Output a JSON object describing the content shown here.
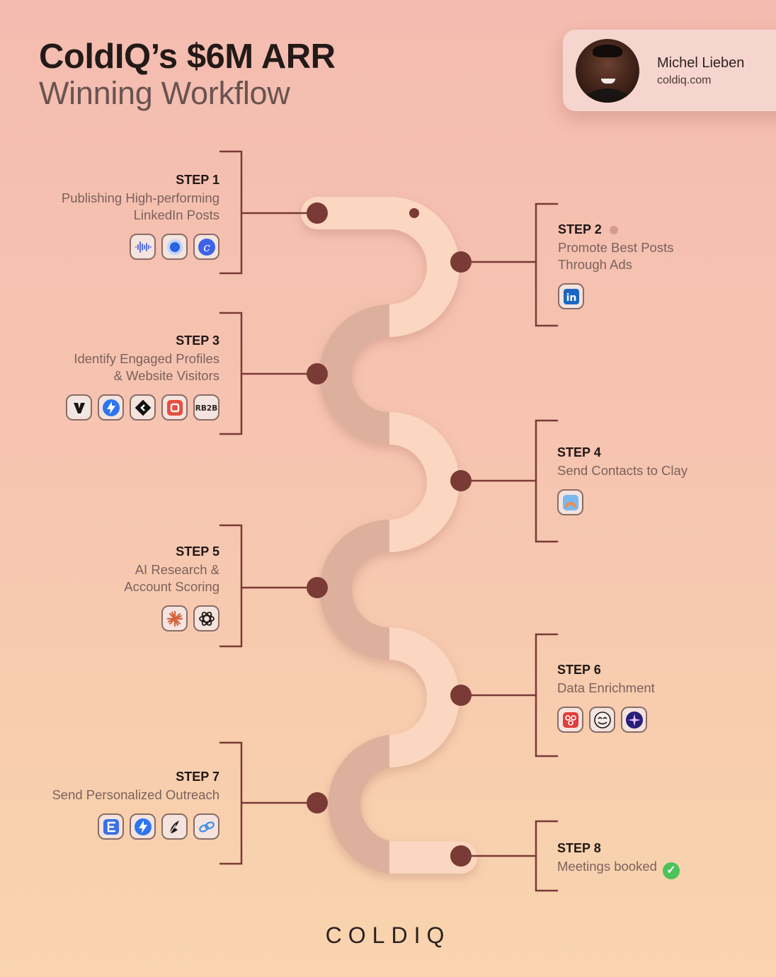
{
  "header": {
    "title_line1": "ColdIQ’s $6M ARR",
    "title_line2": "Winning Workflow"
  },
  "profile": {
    "name": "Michel Lieben",
    "website": "coldiq.com"
  },
  "steps": [
    {
      "label": "STEP 1",
      "description_lines": [
        "Publishing High-performing",
        "LinkedIn Posts"
      ],
      "icons": [
        "audio-wave-icon",
        "blue-circle-icon",
        "c-logo-icon"
      ]
    },
    {
      "label": "STEP 2",
      "description_lines": [
        "Promote Best Posts",
        "Through Ads"
      ],
      "icons": [
        "linkedin-icon"
      ]
    },
    {
      "label": "STEP 3",
      "description_lines": [
        "Identify Engaged Profiles",
        "& Website Visitors"
      ],
      "icons": [
        "v-logo-icon",
        "lightning-icon",
        "diamond-arrow-icon",
        "red-square-icon"
      ],
      "icon_texts": [
        "RB2B"
      ]
    },
    {
      "label": "STEP 4",
      "description_lines": [
        "Send Contacts to Clay"
      ],
      "icons": [
        "clay-icon"
      ]
    },
    {
      "label": "STEP 5",
      "description_lines": [
        "AI Research &",
        "Account Scoring"
      ],
      "icons": [
        "claude-icon",
        "openai-icon"
      ]
    },
    {
      "label": "STEP 6",
      "description_lines": [
        "Data Enrichment"
      ],
      "icons": [
        "red-hub-icon",
        "face-icon",
        "purple-spark-icon"
      ]
    },
    {
      "label": "STEP 7",
      "description_lines": [
        "Send Personalized Outreach"
      ],
      "icons": [
        "e-logo-icon",
        "lightning-icon",
        "quill-icon",
        "linked-chain-icon"
      ]
    },
    {
      "label": "STEP 8",
      "description_lines": [
        "Meetings booked"
      ],
      "icons": [
        "checkmark-icon"
      ]
    }
  ],
  "footer": {
    "logo": "COLDIQ"
  },
  "colors": {
    "background_top": "#f4bcb0",
    "background_bottom": "#f9d4ae",
    "node": "#7a3a36",
    "road_light": "#fbd6c0",
    "road_dark": "#ddb09e",
    "bracket": "#7a3a36"
  }
}
